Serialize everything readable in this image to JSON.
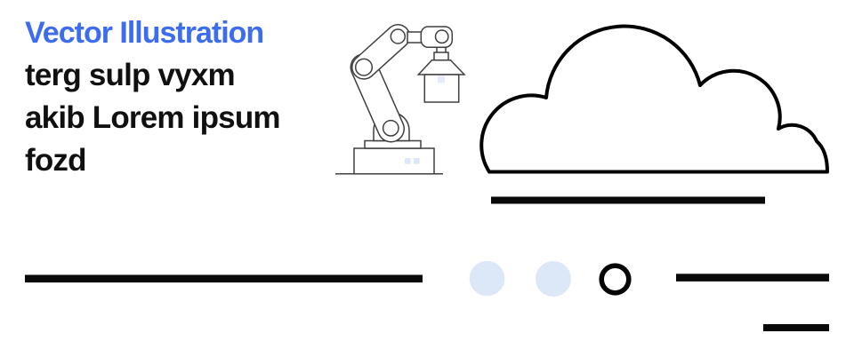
{
  "text_block": {
    "title": "Vector Illustration",
    "line1": "terg sulp vyxm",
    "line2": "akib Lorem ipsum",
    "line3": "fozd"
  },
  "colors": {
    "title_blue": "#3d6cf0",
    "text_black": "#101010",
    "pale_blue": "#dce7f8",
    "pale_blue_faint": "#e6edfa",
    "outline_black": "#000000",
    "bar_black": "#0a0a0a",
    "robot_stroke": "#3f3f3f",
    "background": "#ffffff"
  },
  "illustrations": {
    "robot_arm": "robot-arm-line-art-holding-box",
    "cloud": "cloud-outline"
  },
  "decorations": {
    "bars": 4,
    "pale_dots": 2,
    "rings": 1
  }
}
